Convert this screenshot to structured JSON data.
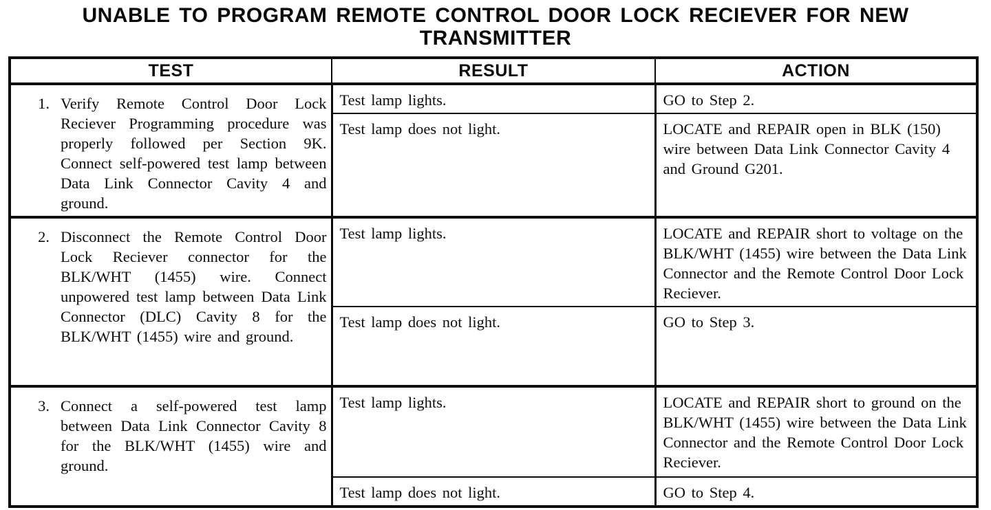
{
  "page": {
    "title_line1": "UNABLE TO PROGRAM REMOTE CONTROL DOOR LOCK RECIEVER FOR NEW",
    "title_line2": "TRANSMITTER"
  },
  "colors": {
    "ink": "#0d0d0d",
    "paper": "#ffffff"
  },
  "table": {
    "headers": [
      "TEST",
      "RESULT",
      "ACTION"
    ],
    "rows": [
      {
        "number": "1.",
        "test": "Verify Remote Control Door Lock Reciever Programming procedure was properly followed per Section 9K. Connect self-powered test lamp between Data Link Connector Cavity 4 and ground.",
        "results": [
          {
            "result": "Test lamp lights.",
            "action": "GO to Step 2."
          },
          {
            "result": "Test lamp does not light.",
            "action": "LOCATE and REPAIR open in BLK (150) wire between Data Link Connector Cavity 4 and Ground G201."
          }
        ]
      },
      {
        "number": "2.",
        "test": "Disconnect the Remote Control Door Lock Reciever connector for the BLK/WHT (1455) wire. Connect unpowered test lamp between Data Link Connector (DLC) Cavity 8 for the BLK/WHT (1455) wire and ground.",
        "results": [
          {
            "result": "Test lamp lights.",
            "action": "LOCATE and REPAIR short to voltage on the BLK/WHT (1455) wire between the Data Link Connector and the Remote Control Door Lock Reciever."
          },
          {
            "result": "Test lamp does not light.",
            "action": "GO to Step 3."
          }
        ]
      },
      {
        "number": "3.",
        "test": "Connect a self-powered test lamp between Data Link Connector Cavity 8 for the BLK/WHT (1455) wire and ground.",
        "results": [
          {
            "result": "Test lamp lights.",
            "action": "LOCATE and REPAIR short to ground on the BLK/WHT (1455) wire between the Data Link Connector and the Remote Control Door Lock Reciever."
          },
          {
            "result": "Test lamp does not light.",
            "action": "GO to Step 4."
          }
        ]
      }
    ]
  }
}
